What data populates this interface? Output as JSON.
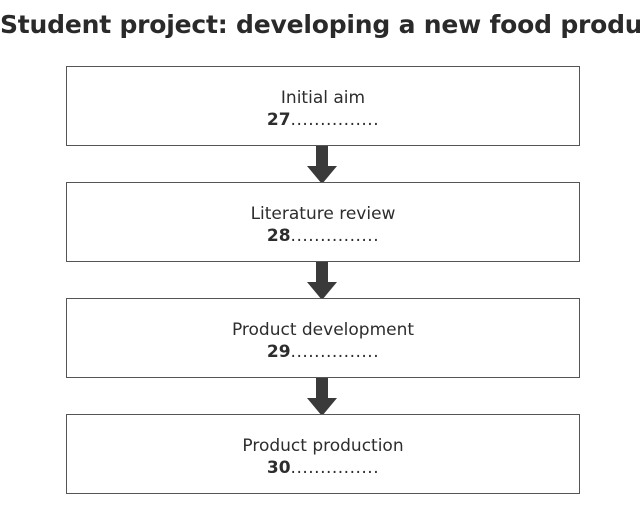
{
  "title": "Student project: developing a new food product",
  "steps": [
    {
      "label": "Initial aim",
      "number": "27",
      "blank": "..............."
    },
    {
      "label": "Literature review",
      "number": "28",
      "blank": "..............."
    },
    {
      "label": "Product development",
      "number": "29",
      "blank": "..............."
    },
    {
      "label": "Product production",
      "number": "30",
      "blank": "..............."
    }
  ],
  "colors": {
    "text": "#2d2d2d",
    "border": "#555555",
    "arrow": "#3a3a3a"
  }
}
